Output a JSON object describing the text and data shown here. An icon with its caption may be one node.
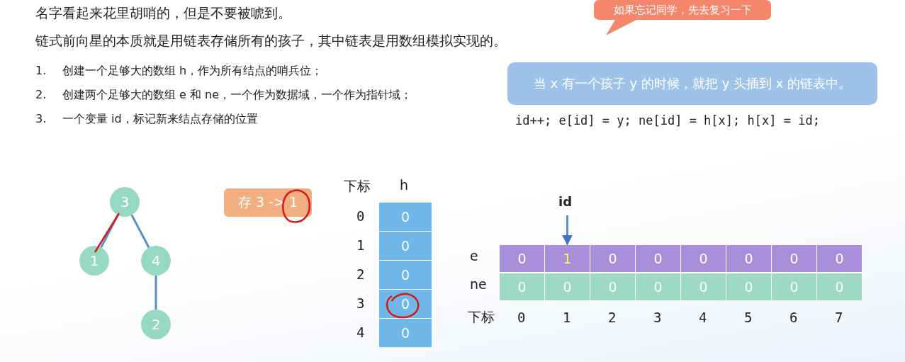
{
  "diagram": {
    "title": "名字看起来花里胡哨的，但是不要被唬到。",
    "nodes": [
      {
        "text": [
          "如果忘记同学，先去复习一下"
        ]
      },
      {
        "text": [
          "当 x 有一个孩子 y 的时候，就把 y 头插到 x 的链表中。"
        ]
      },
      {
        "text": [
          "3"
        ]
      },
      {
        "text": [
          "1"
        ]
      },
      {
        "text": [
          "4"
        ]
      },
      {
        "text": [
          "2"
        ]
      },
      {
        "text": [
          "存 3 -> 1"
        ]
      },
      {
        "text": [
          "0"
        ]
      },
      {
        "text": [
          "0"
        ]
      },
      {
        "text": [
          "0"
        ]
      },
      {
        "text": [
          "0"
        ]
      },
      {
        "text": [
          "0"
        ]
      },
      {
        "text": [
          "id"
        ]
      },
      {
        "text": [
          "0"
        ]
      },
      {
        "text": [
          "1"
        ]
      },
      {
        "text": [
          "0"
        ]
      },
      {
        "text": [
          "0"
        ]
      },
      {
        "text": [
          "0"
        ]
      },
      {
        "text": [
          "0"
        ]
      },
      {
        "text": [
          "0"
        ]
      },
      {
        "text": [
          "0"
        ]
      },
      {
        "text": [
          "0"
        ]
      },
      {
        "text": [
          "0"
        ]
      },
      {
        "text": [
          "0"
        ]
      },
      {
        "text": [
          "0"
        ]
      },
      {
        "text": [
          "0"
        ]
      },
      {
        "text": [
          "0"
        ]
      },
      {
        "text": [
          "0"
        ]
      },
      {
        "text": [
          "0"
        ]
      }
    ],
    "edges": [
      {
        "from": 2,
        "to": 3,
        "arrow": "none"
      },
      {
        "from": 2,
        "to": 4,
        "arrow": "none"
      },
      {
        "from": 4,
        "to": 5,
        "arrow": "none"
      },
      {
        "from": 12,
        "to": 14,
        "arrow": "to"
      }
    ],
    "labels": [
      "链式前向星的本质就是用链表存储所有的孩子，其中链表是用数组模拟实现的。",
      "1.",
      "创建一个足够大的数组 h，作为所有结点的哨兵位；",
      "2.",
      "创建两个足够大的数组 e 和 ne，一个作为数据域，一个作为指针域；",
      "3.",
      "一个变量 id，标记新来结点存储的位置",
      "id++; e[id] = y; ne[id] = h[x]; h[x] = id;",
      "下标",
      "h",
      "0",
      "1",
      "2",
      "3",
      "4",
      "e",
      "ne",
      "下标",
      "0",
      "1",
      "2",
      "3",
      "4",
      "5",
      "6",
      "7"
    ]
  }
}
